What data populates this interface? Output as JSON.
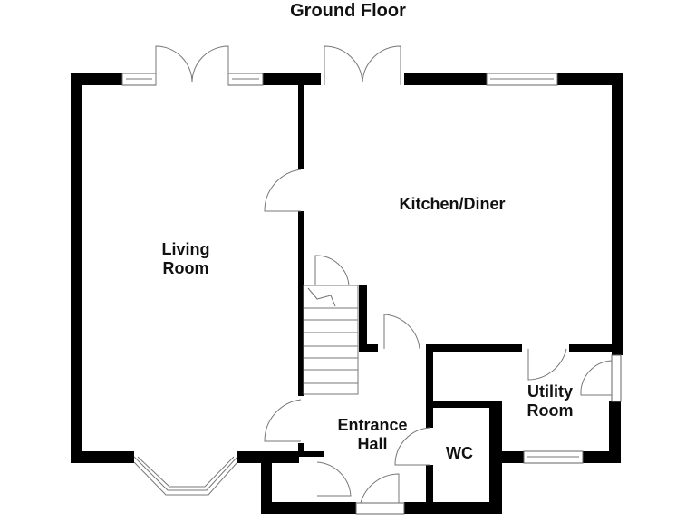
{
  "title": "Ground Floor",
  "rooms": {
    "living": {
      "line1": "Living",
      "line2": "Room"
    },
    "kitchen": {
      "line1": "Kitchen/Diner"
    },
    "hall": {
      "line1": "Entrance",
      "line2": "Hall"
    },
    "wc": {
      "line1": "WC"
    },
    "utility": {
      "line1": "Utility",
      "line2": "Room"
    }
  },
  "colors": {
    "wall": "#000000",
    "fixture": "#777777"
  }
}
